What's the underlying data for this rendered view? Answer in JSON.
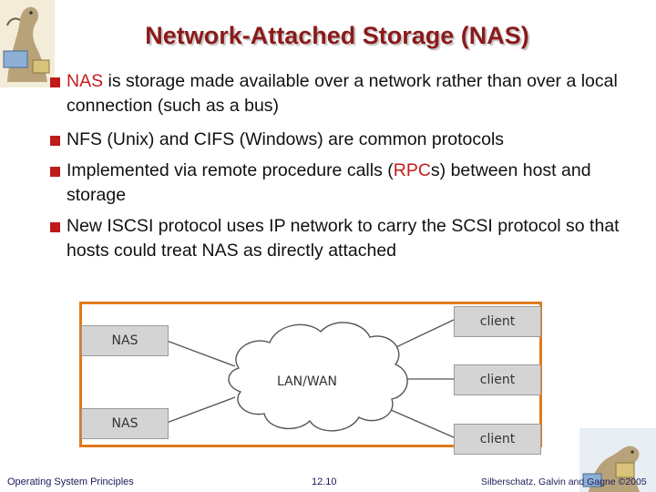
{
  "slide": {
    "title": "Network-Attached Storage (NAS)",
    "bullets": [
      {
        "runs": [
          {
            "text": "NAS",
            "red": true
          },
          {
            "text": " is storage made available over a network rather than over a local connection (such as a bus)",
            "red": false
          }
        ]
      },
      {
        "runs": [
          {
            "text": "NFS (Unix) and CIFS (Windows) are common protocols",
            "red": false
          }
        ]
      },
      {
        "runs": [
          {
            "text": "Implemented via remote procedure calls (",
            "red": false
          },
          {
            "text": "RPC",
            "red": true
          },
          {
            "text": "s) between host and storage",
            "red": false
          }
        ]
      },
      {
        "runs": [
          {
            "text": "New ISCSI protocol uses IP network to carry the SCSI protocol so that hosts could treat NAS as directly attached",
            "red": false
          }
        ]
      }
    ],
    "figure": {
      "nas_nodes": [
        "NAS",
        "NAS"
      ],
      "client_nodes": [
        "client",
        "client",
        "client"
      ],
      "network_label": "LAN/WAN",
      "frame_color": "#e07a1a"
    },
    "footer": {
      "left": "Operating System Principles",
      "center": "12.10",
      "right": "Silberschatz, Galvin and Gagne ©2005"
    },
    "colors": {
      "title": "#8b1a1a",
      "bullet": "#c11a1a",
      "highlight": "#c41c1c"
    },
    "icons": [
      "dinosaur-mascot-icon",
      "dinosaur-mascot-icon"
    ]
  }
}
